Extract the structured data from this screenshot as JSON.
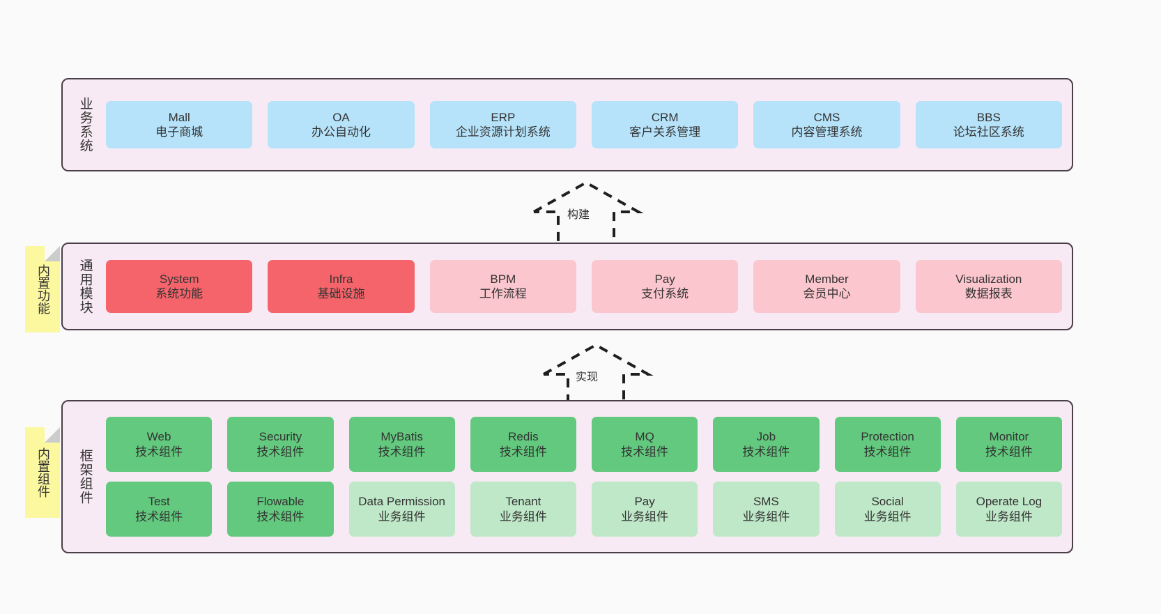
{
  "diagram": {
    "background_color": "#fafafa",
    "panel_fill": "#f8eaf4",
    "panel_border": "#4a3f48",
    "note_fill": "#fbf8a0",
    "layers": [
      {
        "id": "business",
        "title": "业务系统",
        "rows": [
          {
            "cells": [
              {
                "en": "Mall",
                "cn": "电子商城",
                "color": "#b6e3fa"
              },
              {
                "en": "OA",
                "cn": "办公自动化",
                "color": "#b6e3fa"
              },
              {
                "en": "ERP",
                "cn": "企业资源计划系统",
                "color": "#b6e3fa"
              },
              {
                "en": "CRM",
                "cn": "客户关系管理",
                "color": "#b6e3fa"
              },
              {
                "en": "CMS",
                "cn": "内容管理系统",
                "color": "#b6e3fa"
              },
              {
                "en": "BBS",
                "cn": "论坛社区系统",
                "color": "#b6e3fa"
              }
            ]
          }
        ]
      },
      {
        "id": "modules",
        "title": "通用模块",
        "note": "内置功能",
        "rows": [
          {
            "cells": [
              {
                "en": "System",
                "cn": "系统功能",
                "color": "#f4646a"
              },
              {
                "en": "Infra",
                "cn": "基础设施",
                "color": "#f4646a"
              },
              {
                "en": "BPM",
                "cn": "工作流程",
                "color": "#fbc6cd"
              },
              {
                "en": "Pay",
                "cn": "支付系统",
                "color": "#fbc6cd"
              },
              {
                "en": "Member",
                "cn": "会员中心",
                "color": "#fbc6cd"
              },
              {
                "en": "Visualization",
                "cn": "数据报表",
                "color": "#fbc6cd"
              }
            ]
          }
        ]
      },
      {
        "id": "framework",
        "title": "框架组件",
        "note": "内置组件",
        "rows": [
          {
            "cells": [
              {
                "en": "Web",
                "cn": "技术组件",
                "color": "#63c97e"
              },
              {
                "en": "Security",
                "cn": "技术组件",
                "color": "#63c97e"
              },
              {
                "en": "MyBatis",
                "cn": "技术组件",
                "color": "#63c97e"
              },
              {
                "en": "Redis",
                "cn": "技术组件",
                "color": "#63c97e"
              },
              {
                "en": "MQ",
                "cn": "技术组件",
                "color": "#63c97e"
              },
              {
                "en": "Job",
                "cn": "技术组件",
                "color": "#63c97e"
              },
              {
                "en": "Protection",
                "cn": "技术组件",
                "color": "#63c97e"
              },
              {
                "en": "Monitor",
                "cn": "技术组件",
                "color": "#63c97e"
              }
            ]
          },
          {
            "cells": [
              {
                "en": "Test",
                "cn": "技术组件",
                "color": "#63c97e"
              },
              {
                "en": "Flowable",
                "cn": "技术组件",
                "color": "#63c97e"
              },
              {
                "en": "Data Permission",
                "cn": "业务组件",
                "color": "#bfe8c8"
              },
              {
                "en": "Tenant",
                "cn": "业务组件",
                "color": "#bfe8c8"
              },
              {
                "en": "Pay",
                "cn": "业务组件",
                "color": "#bfe8c8"
              },
              {
                "en": "SMS",
                "cn": "业务组件",
                "color": "#bfe8c8"
              },
              {
                "en": "Social",
                "cn": "业务组件",
                "color": "#bfe8c8"
              },
              {
                "en": "Operate Log",
                "cn": "业务组件",
                "color": "#bfe8c8"
              }
            ]
          }
        ]
      }
    ],
    "arrows": [
      {
        "id": "build",
        "label": "构建",
        "direction": "up",
        "style": "dashed-hollow"
      },
      {
        "id": "realize",
        "label": "实现",
        "direction": "up",
        "style": "dashed-hollow"
      }
    ]
  }
}
